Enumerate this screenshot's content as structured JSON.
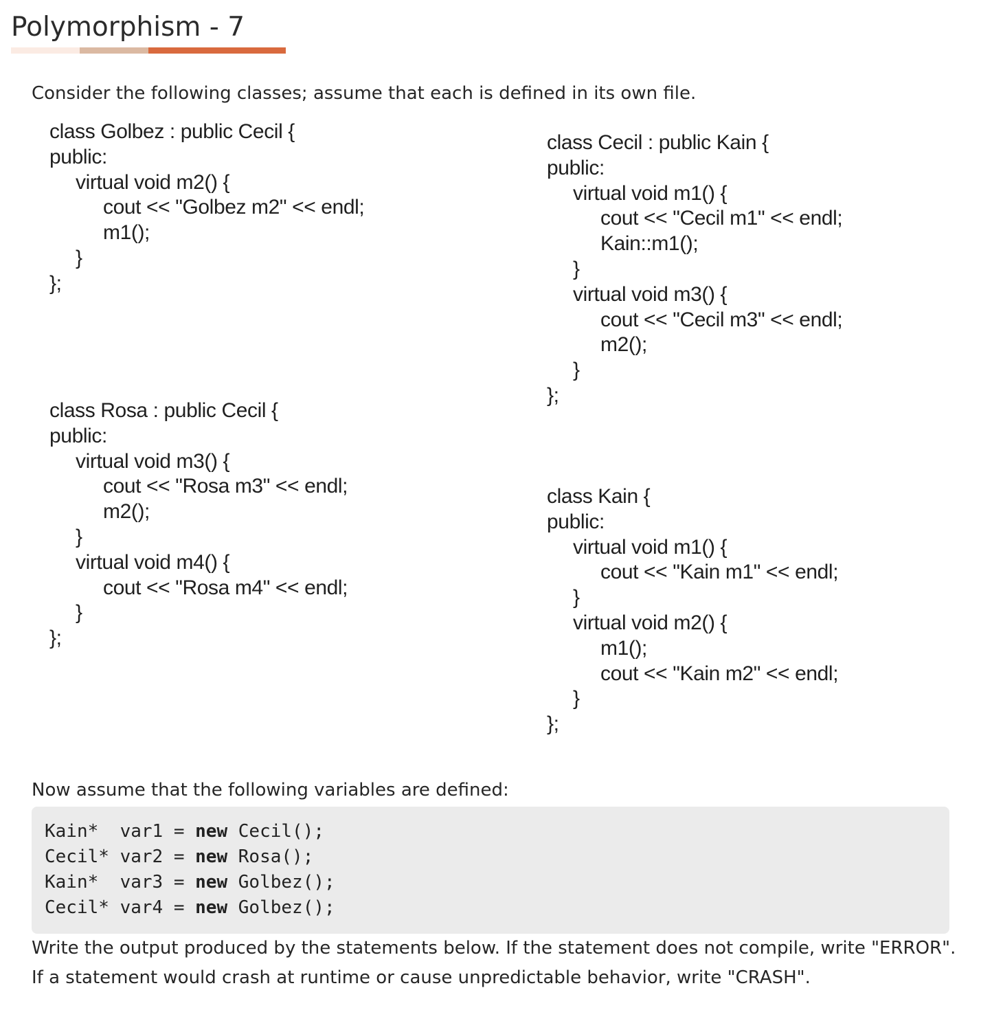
{
  "title": "Polymorphism - 7",
  "intro": "Consider the following classes; assume that each is defined in its own file.",
  "classes": {
    "golbez": [
      "class Golbez : public Cecil {",
      "public:",
      "virtual void m2() {",
      "cout << \"Golbez m2\" << endl;",
      "m1();",
      "}",
      "};"
    ],
    "rosa": [
      "class Rosa : public Cecil {",
      "public:",
      "virtual void m3() {",
      "cout << \"Rosa m3\" << endl;",
      "m2();",
      "}",
      "virtual void m4() {",
      "cout << \"Rosa m4\" << endl;",
      "}",
      "};"
    ],
    "cecil": [
      "class Cecil : public Kain {",
      "public:",
      "virtual void m1() {",
      "cout << \"Cecil m1\" << endl;",
      "Kain::m1();",
      "}",
      "virtual void m3() {",
      "cout << \"Cecil m3\" << endl;",
      "m2();",
      "}",
      "};"
    ],
    "kain": [
      "class Kain {",
      "public:",
      "virtual void m1() {",
      "cout << \"Kain m1\" << endl;",
      "}",
      "virtual void m2() {",
      "m1();",
      "cout << \"Kain m2\" << endl;",
      "}",
      "};"
    ]
  },
  "variables_intro": "Now assume that the following variables are defined:",
  "variables": [
    {
      "decl": "Kain*  var1 = ",
      "kw": "new",
      "ctor": " Cecil();"
    },
    {
      "decl": "Cecil* var2 = ",
      "kw": "new",
      "ctor": " Rosa();"
    },
    {
      "decl": "Kain*  var3 = ",
      "kw": "new",
      "ctor": " Golbez();"
    },
    {
      "decl": "Cecil* var4 = ",
      "kw": "new",
      "ctor": " Golbez();"
    }
  ],
  "instructions": [
    "Write the output produced by the statements below. If the statement does not compile, write \"ERROR\".",
    "If a statement would crash at runtime or cause unpredictable behavior, write \"CRASH\"."
  ]
}
